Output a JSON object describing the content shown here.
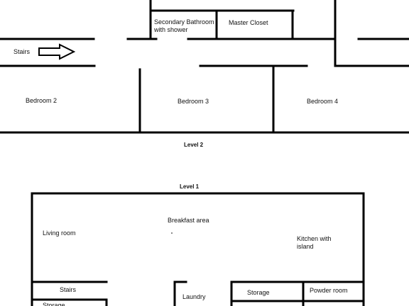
{
  "level2": {
    "title": "Level 2",
    "rooms": {
      "secondary_bathroom_line1": "Secondary Bathroom",
      "secondary_bathroom_line2": "with shower",
      "master_closet": "Master Closet",
      "stairs": "Stairs",
      "bedroom2": "Bedroom 2",
      "bedroom3": "Bedroom 3",
      "bedroom4": "Bedroom 4"
    }
  },
  "level1": {
    "title": "Level 1",
    "rooms": {
      "living_room": "Living room",
      "breakfast_area": "Breakfast area",
      "kitchen_line1": "Kitchen with",
      "kitchen_line2": "island",
      "stairs": "Stairs",
      "storage_left": "Storage",
      "laundry": "Laundry",
      "storage": "Storage",
      "powder_room": "Powder room"
    }
  },
  "colors": {
    "wall": "#000000",
    "background": "#ffffff",
    "text": "#111111"
  }
}
